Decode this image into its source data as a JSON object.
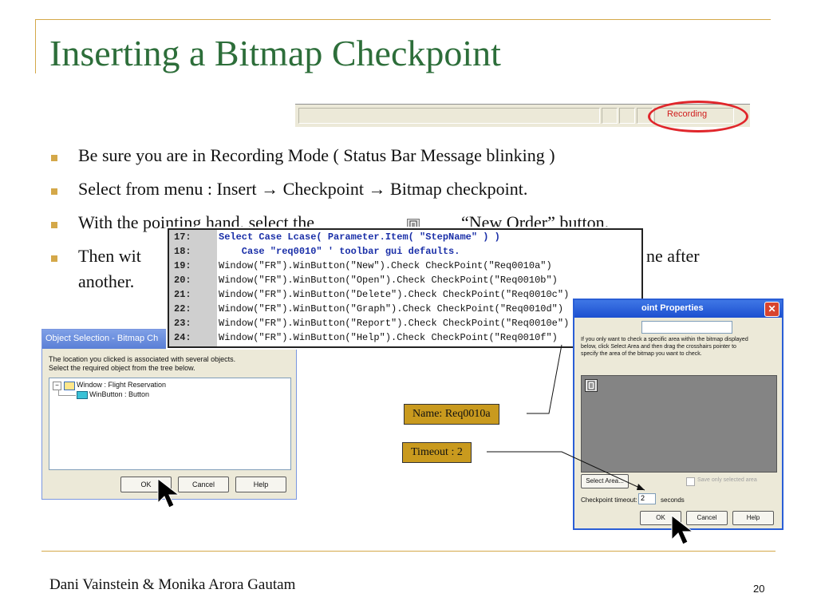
{
  "slide": {
    "title": "Inserting a Bitmap Checkpoint",
    "footer": "Dani Vainstein & Monika Arora Gautam",
    "page_number": "20"
  },
  "status_bar": {
    "message": "Recording",
    "highlight_color": "#e0262b"
  },
  "bullets": [
    "Be sure you are in Recording Mode ( Status Bar Message blinking )",
    "Select from menu : Insert → Checkpoint → Bitmap checkpoint.",
    "With the pointing hand, select the",
    "“New Order” button.",
    "Then wit",
    "ne after",
    "another."
  ],
  "code": {
    "lines": [
      {
        "num": "17:",
        "text": "Select Case Lcase( Parameter.Item( \"StepName\" ) )"
      },
      {
        "num": "18:",
        "text": "    Case \"req0010\" ' toolbar gui defaults."
      },
      {
        "num": "19:",
        "text": "Window(\"FR\").WinButton(\"New\").Check CheckPoint(\"Req0010a\")"
      },
      {
        "num": "20:",
        "text": "Window(\"FR\").WinButton(\"Open\").Check CheckPoint(\"Req0010b\")"
      },
      {
        "num": "21:",
        "text": "Window(\"FR\").WinButton(\"Delete\").Check CheckPoint(\"Req0010c\")"
      },
      {
        "num": "22:",
        "text": "Window(\"FR\").WinButton(\"Graph\").Check CheckPoint(\"Req0010d\")"
      },
      {
        "num": "23:",
        "text": "Window(\"FR\").WinButton(\"Report\").Check CheckPoint(\"Req0010e\")"
      },
      {
        "num": "24:",
        "text": "Window(\"FR\").WinButton(\"Help\").Check CheckPoint(\"Req0010f\")"
      }
    ]
  },
  "left_dialog": {
    "title": "Object Selection - Bitmap Ch",
    "line1": "The location you clicked is associated with several objects.",
    "line2": "Select the required object from the tree below.",
    "tree_root": "Window : Flight Reservation",
    "tree_child": "WinButton : Button",
    "ok": "OK",
    "cancel": "Cancel",
    "help": "Help"
  },
  "right_dialog": {
    "title": "oint Properties",
    "desc1": "If you only want to check a specific area within the bitmap displayed",
    "desc2": "below, click Select Area and then drag the crosshairs pointer to",
    "desc3": "specify the area of the bitmap you want to check.",
    "select_area": "Select Area...",
    "save_only": "Save only selected area",
    "timeout_label": "Checkpoint timeout:",
    "timeout_value": "2",
    "seconds": "seconds",
    "ok": "OK",
    "cancel": "Cancel",
    "help": "Help"
  },
  "callouts": {
    "name": "Name: Req0010a",
    "timeout": "Timeout : 2"
  }
}
